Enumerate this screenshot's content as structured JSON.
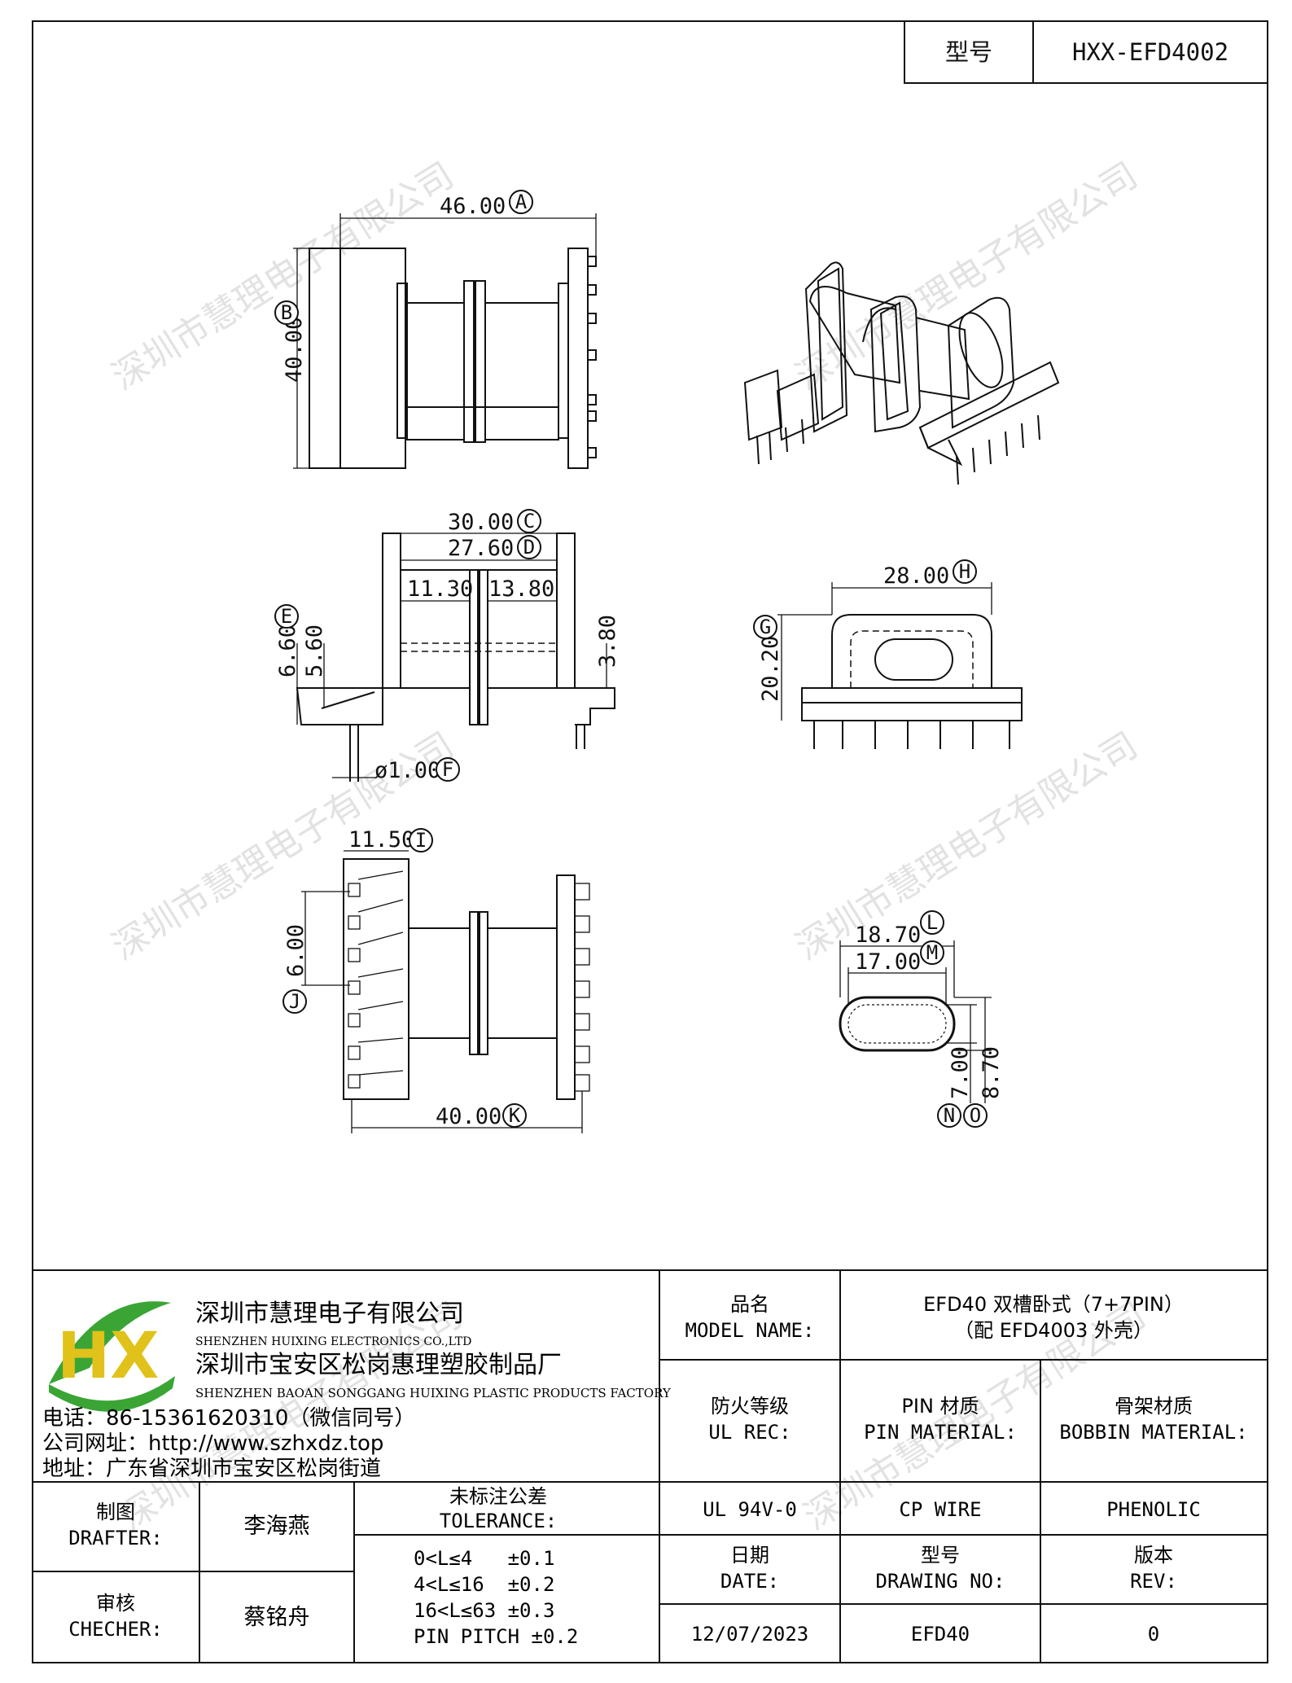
{
  "header": {
    "model_label": "型号",
    "model_value": "HXX-EFD4002"
  },
  "watermark": "深圳市慧理电子有限公司",
  "dims": {
    "A": "46.00",
    "B": "40.00",
    "C": "30.00",
    "D": "27.60",
    "d1": "11.30",
    "d2": "13.80",
    "d3": "3.80",
    "E": "6.60",
    "e2": "5.60",
    "F": "ø1.00",
    "H": "28.00",
    "G": "20.20",
    "I": "11.50",
    "J": "6.00",
    "K": "40.00",
    "L": "18.70",
    "M": "17.00",
    "N": "7.00",
    "O": "8.70"
  },
  "callouts": [
    "A",
    "B",
    "C",
    "D",
    "E",
    "F",
    "G",
    "H",
    "I",
    "J",
    "K",
    "L",
    "M",
    "N",
    "O"
  ],
  "company": {
    "logo_text": "HX",
    "name_cn": "深圳市慧理电子有限公司",
    "name_en": "SHENZHEN HUIXING ELECTRONICS CO.,LTD",
    "factory_cn": "深圳市宝安区松岗惠理塑胶制品厂",
    "factory_en": "SHENZHEN BAOAN SONGGANG HUIXING PLASTIC PRODUCTS FACTORY",
    "phone": "电话：86-15361620310（微信同号）",
    "website": "公司网址：http://www.szhxdz.top",
    "address": "地址：广东省深圳市宝安区松岗街道"
  },
  "title_block": {
    "model_name_cn": "品名",
    "model_name_en": "MODEL NAME:",
    "model_name_value1": "EFD40 双槽卧式（7+7PIN）",
    "model_name_value2": "（配 EFD4003 外壳）",
    "ul_cn": "防火等级",
    "ul_en": "UL REC:",
    "pin_cn": "PIN 材质",
    "pin_en": "PIN MATERIAL:",
    "bobbin_cn": "骨架材质",
    "bobbin_en": "BOBBIN MATERIAL:",
    "ul_value": "UL 94V-0",
    "pin_value": "CP WIRE",
    "bobbin_value": "PHENOLIC",
    "date_cn": "日期",
    "date_en": "DATE:",
    "drawing_cn": "型号",
    "drawing_en": "DRAWING NO:",
    "rev_cn": "版本",
    "rev_en": "REV:",
    "date_value": "12/07/2023",
    "drawing_value": "EFD40",
    "rev_value": "0",
    "drafter_cn": "制图",
    "drafter_en": "DRAFTER:",
    "drafter_value": "李海燕",
    "checker_cn": "审核",
    "checker_en": "CHECHER:",
    "checker_value": "蔡铭舟",
    "tolerance_cn": "未标注公差",
    "tolerance_en": "TOLERANCE:",
    "tolerance_lines": [
      "0<L≤4   ±0.1",
      "4<L≤16  ±0.2",
      "16<L≤63 ±0.3",
      "PIN PITCH ±0.2"
    ]
  }
}
